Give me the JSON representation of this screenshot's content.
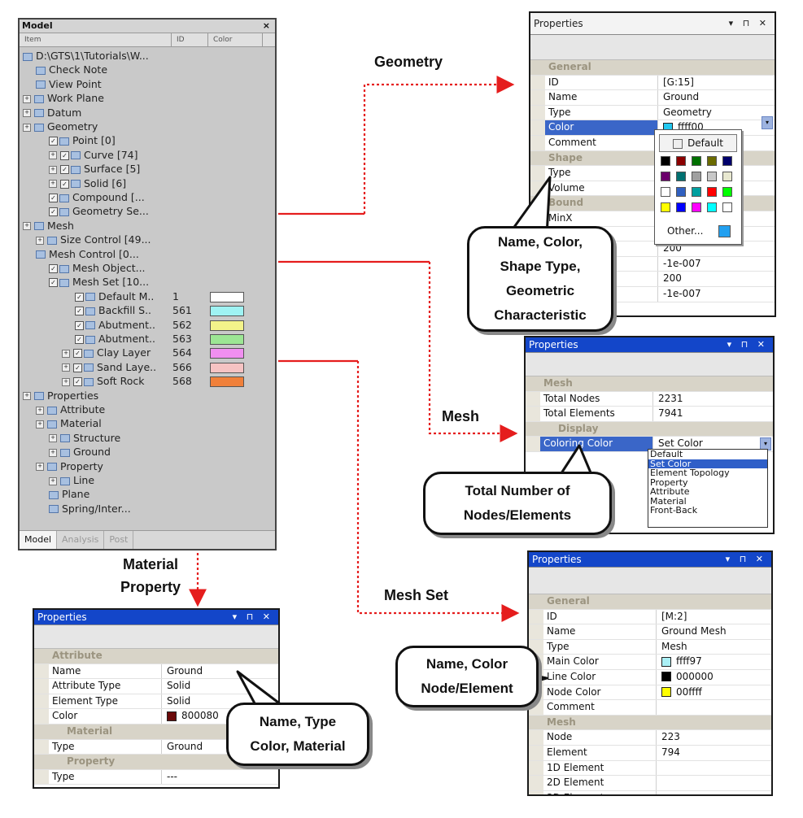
{
  "labels": {
    "geometry": "Geometry",
    "mesh": "Mesh",
    "mesh_set": "Mesh Set",
    "material_property_l1": "Material",
    "material_property_l2": "Property"
  },
  "model_panel": {
    "title": "Model",
    "close": "×",
    "columns": [
      "Item",
      "ID",
      "Color"
    ],
    "tree": [
      {
        "label": "D:\\GTS\\1\\Tutorials\\W..."
      },
      {
        "label": "Check Note"
      },
      {
        "label": "View Point"
      },
      {
        "label": "Work Plane"
      },
      {
        "label": "Datum"
      },
      {
        "label": "Geometry"
      },
      {
        "label": "Point [0]"
      },
      {
        "label": "Curve [74]"
      },
      {
        "label": "Surface [5]"
      },
      {
        "label": "Solid [6]"
      },
      {
        "label": "Compound [..."
      },
      {
        "label": "Geometry Se..."
      },
      {
        "label": "Mesh"
      },
      {
        "label": "Size Control [49..."
      },
      {
        "label": "Mesh Control [0..."
      },
      {
        "label": "Mesh Object..."
      },
      {
        "label": "Mesh Set [10..."
      },
      {
        "label": "Default M..",
        "id": "1",
        "color": "#ffffff"
      },
      {
        "label": "Backfill S..",
        "id": "561",
        "color": "#9ff3f3"
      },
      {
        "label": "Abutment..",
        "id": "562",
        "color": "#f3f38a"
      },
      {
        "label": "Abutment..",
        "id": "563",
        "color": "#9ce694"
      },
      {
        "label": "Clay Layer",
        "id": "564",
        "color": "#f08ff0"
      },
      {
        "label": "Sand Laye..",
        "id": "566",
        "color": "#f6c3c3"
      },
      {
        "label": "Soft Rock",
        "id": "568",
        "color": "#f0803a"
      },
      {
        "label": "Properties"
      },
      {
        "label": "Attribute"
      },
      {
        "label": "Material"
      },
      {
        "label": "Structure"
      },
      {
        "label": "Ground"
      },
      {
        "label": "Property"
      },
      {
        "label": "Line"
      },
      {
        "label": "Plane"
      },
      {
        "label": "Spring/Inter..."
      }
    ],
    "tabs": [
      "Model",
      "Analysis",
      "Post"
    ]
  },
  "geometry_props": {
    "title": "Properties",
    "controls": "▾ ⊓ ✕",
    "sec_general": "General",
    "rows1": [
      {
        "k": "ID",
        "v": "[G:15]"
      },
      {
        "k": "Name",
        "v": "Ground"
      },
      {
        "k": "Type",
        "v": "Geometry"
      },
      {
        "k": "Color",
        "v": "ffff00",
        "swatch": "#22c8f0"
      },
      {
        "k": "Comment",
        "v": ""
      }
    ],
    "sec_shape": "Shape",
    "rows2": [
      {
        "k": "Type"
      },
      {
        "k": "Volume"
      }
    ],
    "sec_bound": "Bound",
    "rows3": [
      {
        "k": "MinX"
      }
    ],
    "values_tail": [
      "-1e-007",
      "200",
      "-1e-007",
      "200",
      "-1e-007"
    ],
    "palette": {
      "default_label": "Default",
      "other_label": "Other...",
      "colors": [
        "#000000",
        "#8b0000",
        "#007000",
        "#6b6b00",
        "#00006b",
        "#6b006b",
        "#007070",
        "#a0a0a0",
        "#c8c8c8",
        "#e8e8d0",
        "#ffffff",
        "#3060c0",
        "#00a0a0",
        "#ff0000",
        "#00ff00",
        "#ffff00",
        "#0000ff",
        "#ff00ff",
        "#00ffff",
        "#ffffff"
      ],
      "other_color": "#22a0f0"
    }
  },
  "mesh_props": {
    "title": "Properties",
    "controls": "▾ ⊓ ✕",
    "sec_mesh": "Mesh",
    "rows": [
      {
        "k": "Total Nodes",
        "v": "2231"
      },
      {
        "k": "Total Elements",
        "v": "7941"
      }
    ],
    "sec_display": "Display",
    "display_key": "Coloring Color",
    "display_value": "Set Color",
    "options": [
      "Default",
      "Set Color",
      "Element Topology",
      "Property",
      "Attribute",
      "Material",
      "Front-Back"
    ],
    "selected_option": "Set Color"
  },
  "meshset_props": {
    "title": "Properties",
    "controls": "▾ ⊓ ✕",
    "sec_general": "General",
    "rows1": [
      {
        "k": "ID",
        "v": "[M:2]"
      },
      {
        "k": "Name",
        "v": "Ground Mesh"
      },
      {
        "k": "Type",
        "v": "Mesh"
      },
      {
        "k": "Main Color",
        "v": "ffff97",
        "swatch": "#aaf0f6"
      },
      {
        "k": "Line Color",
        "v": "000000",
        "swatch": "#000000"
      },
      {
        "k": "Node Color",
        "v": "00ffff",
        "swatch": "#ffff00"
      },
      {
        "k": "Comment",
        "v": ""
      }
    ],
    "sec_mesh": "Mesh",
    "rows2": [
      {
        "k": "Node",
        "v": "223"
      },
      {
        "k": "Element",
        "v": "794"
      },
      {
        "k": "1D Element",
        "v": ""
      },
      {
        "k": "2D Element",
        "v": ""
      },
      {
        "k": "3D Element",
        "v": ""
      }
    ]
  },
  "material_props": {
    "title": "Properties",
    "controls": "▾ ⊓ ✕",
    "sec_attribute": "Attribute",
    "rows1": [
      {
        "k": "Name",
        "v": "Ground"
      },
      {
        "k": "Attribute Type",
        "v": "Solid"
      },
      {
        "k": "Element Type",
        "v": "Solid"
      },
      {
        "k": "Color",
        "v": "800080",
        "swatch": "#6b0a0a"
      }
    ],
    "sec_material": "Material",
    "rows2": [
      {
        "k": "Type",
        "v": "Ground"
      }
    ],
    "sec_property": "Property",
    "rows3": [
      {
        "k": "Type",
        "v": "---"
      }
    ]
  },
  "callouts": {
    "geometry": [
      "Name, Color,",
      "Shape Type,",
      "Geometric",
      "Characteristic"
    ],
    "mesh": [
      "Total Number of",
      "Nodes/Elements"
    ],
    "meshset": [
      "Name, Color",
      "Node/Element"
    ],
    "material": [
      "Name, Type",
      "Color, Material"
    ]
  },
  "colors": {
    "arrow": "#e51d1d",
    "titlebar_blue": "#1346c9"
  }
}
